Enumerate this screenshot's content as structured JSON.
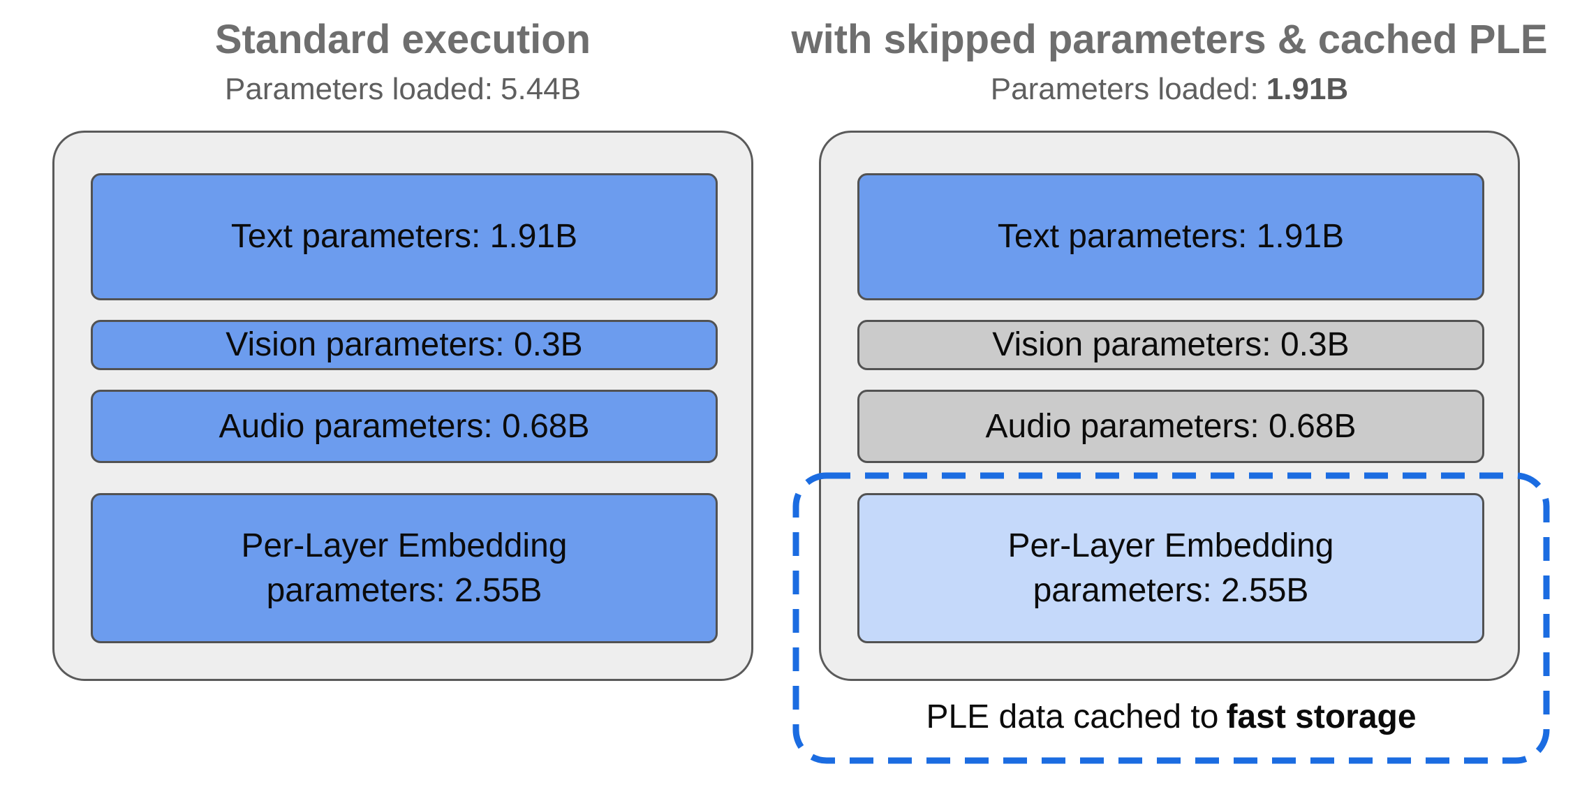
{
  "colors": {
    "background": "#ffffff",
    "title_gray": "#6e6e6e",
    "subtitle_gray": "#5f5f5f",
    "container_fill": "#eeeeee",
    "container_border": "#5a5a5a",
    "box_border": "#525252",
    "blue_fill": "#6c9cee",
    "gray_fill": "#cbcbcb",
    "light_blue_fill": "#c5d9fa",
    "dashed_blue": "#1b6ce1",
    "text_black": "#0b0b0b"
  },
  "left_panel": {
    "title": "Standard execution",
    "subtitle": {
      "label": "Parameters loaded:",
      "value": "5.44B"
    },
    "boxes": [
      {
        "label": "Text parameters: 1.91B",
        "state": "loaded"
      },
      {
        "label": "Vision parameters: 0.3B",
        "state": "loaded"
      },
      {
        "label": "Audio parameters: 0.68B",
        "state": "loaded"
      },
      {
        "label": "Per-Layer Embedding parameters: 2.55B",
        "state": "loaded"
      }
    ]
  },
  "right_panel": {
    "title": "with skipped parameters & cached PLE",
    "subtitle": {
      "label": "Parameters loaded:",
      "value": "1.91B"
    },
    "boxes": [
      {
        "label": "Text parameters: 1.91B",
        "state": "loaded"
      },
      {
        "label": "Vision parameters: 0.3B",
        "state": "skipped"
      },
      {
        "label": "Audio parameters: 0.68B",
        "state": "skipped"
      },
      {
        "label": "Per-Layer Embedding parameters: 2.55B",
        "state": "cached"
      }
    ],
    "callout": {
      "label": "PLE data cached to",
      "bold_value": "fast storage"
    }
  }
}
